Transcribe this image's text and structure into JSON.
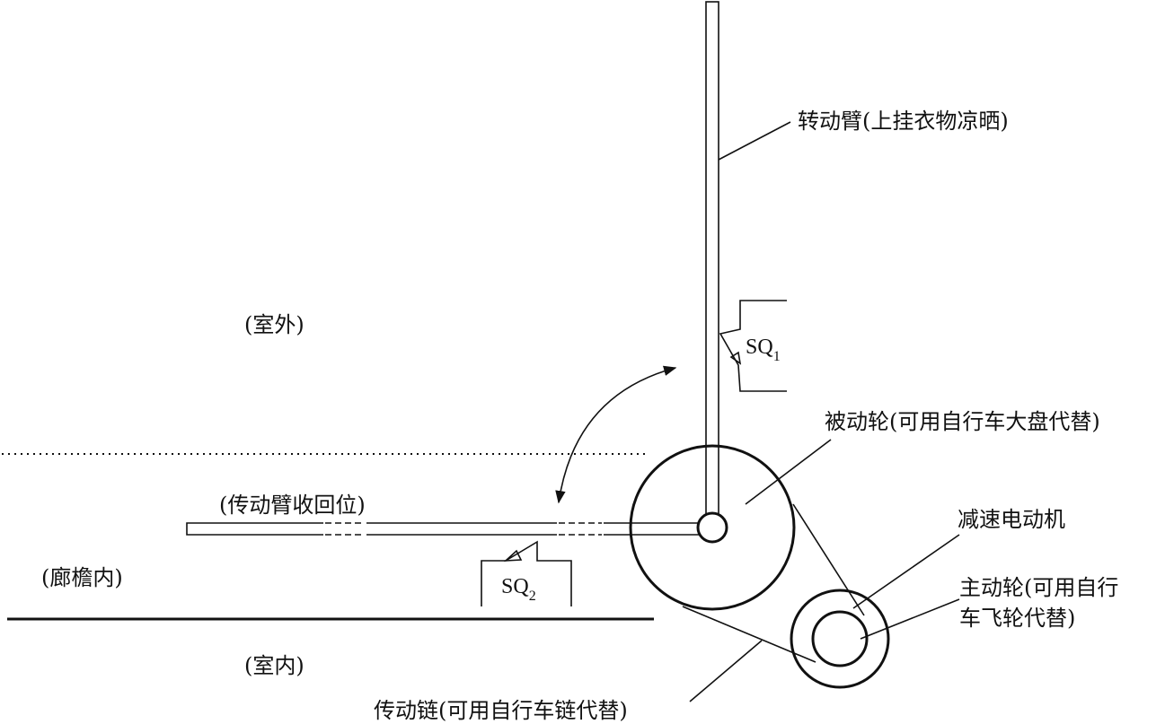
{
  "labels": {
    "rotating_arm": "转动臂(上挂衣物凉晒)",
    "outdoor": "(室外)",
    "arm_retracted": "(传动臂收回位)",
    "under_eaves": "(廊檐内)",
    "indoor": "(室内)",
    "driven_wheel": "被动轮(可用自行车大盘代替)",
    "gear_motor": "减速电动机",
    "driving_wheel_line1": "主动轮(可用自行",
    "driving_wheel_line2": "车飞轮代替)",
    "chain": "传动链(可用自行车链代替)",
    "sq1_main": "SQ",
    "sq1_sub": "1",
    "sq2_main": "SQ",
    "sq2_sub": "2"
  },
  "colors": {
    "line": "#111111",
    "background": "#ffffff"
  }
}
